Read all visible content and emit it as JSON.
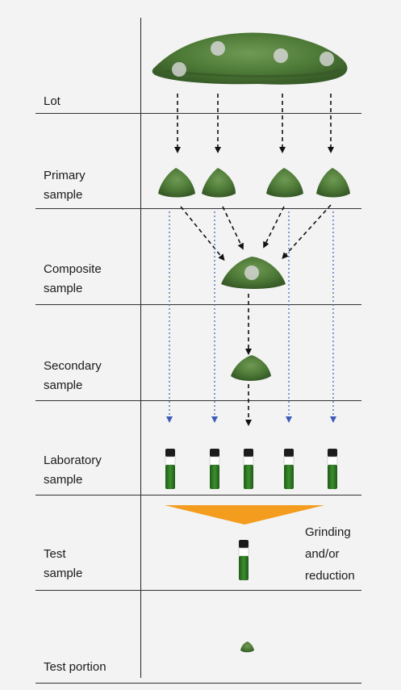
{
  "stages": [
    {
      "id": "lot",
      "label": "Lot"
    },
    {
      "id": "primary",
      "label": "Primary\nsample"
    },
    {
      "id": "composite",
      "label": "Composite\nsample"
    },
    {
      "id": "secondary",
      "label": "Secondary\nsample"
    },
    {
      "id": "laboratory",
      "label": "Laboratory\nsample"
    },
    {
      "id": "test",
      "label": "Test\nsample"
    },
    {
      "id": "portion",
      "label": "Test portion"
    }
  ],
  "process_note": "Grinding\nand/or\nreduction",
  "colors": {
    "background": "#f3f3f3",
    "line": "#333333",
    "arrow_black": "#111111",
    "arrow_blue": "#3b5bb8",
    "funnel": "#f39c1e",
    "material": "#4e7a37",
    "vial_liquid": "#2f7a24"
  }
}
